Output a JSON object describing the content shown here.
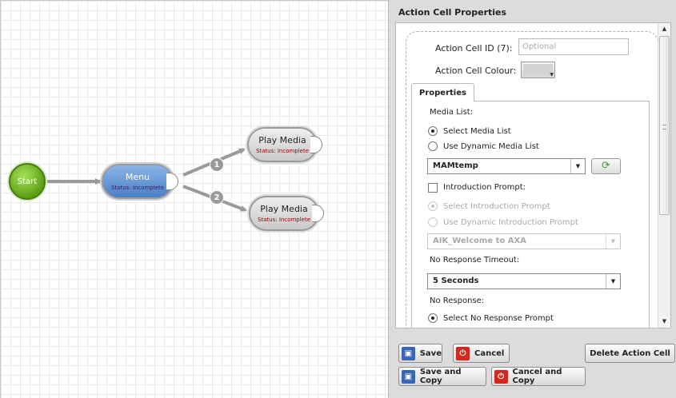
{
  "canvas": {
    "start_node": {
      "label": "Start"
    },
    "menu_node": {
      "title": "Menu",
      "status": "Status: Incomplete"
    },
    "play_nodes": [
      {
        "title": "Play Media",
        "status": "Status: Incomplete"
      },
      {
        "title": "Play Media",
        "status": "Status: Incomplete"
      }
    ],
    "connections": [
      {
        "badge": "1"
      },
      {
        "badge": "2"
      }
    ]
  },
  "panel": {
    "title": "Action Cell Properties",
    "fields": {
      "id_label": "Action Cell ID (7):",
      "id_placeholder": "Optional",
      "id_value": "",
      "colour_label": "Action Cell Colour:",
      "colour_value": "#d4d4d4"
    },
    "tabs": [
      {
        "label": "Properties",
        "active": true
      }
    ],
    "properties": {
      "media_list_label": "Media List:",
      "media_list_options": [
        {
          "label": "Select Media List",
          "selected": true
        },
        {
          "label": "Use Dynamic Media List",
          "selected": false
        }
      ],
      "media_list_selected": "MAMtemp",
      "intro_prompt_label": "Introduction Prompt:",
      "intro_prompt_checked": false,
      "intro_prompt_options": [
        {
          "label": "Select Introduction Prompt",
          "selected": true,
          "disabled": true
        },
        {
          "label": "Use Dynamic Introduction Prompt",
          "selected": false,
          "disabled": true
        }
      ],
      "intro_prompt_selected": "AIK_Welcome to AXA",
      "timeout_label": "No Response Timeout:",
      "timeout_selected": "5 Seconds",
      "no_response_label": "No Response:",
      "no_response_options": [
        {
          "label": "Select No Response Prompt",
          "selected": true
        }
      ]
    },
    "buttons": {
      "save": "Save",
      "cancel": "Cancel",
      "delete": "Delete Action Cell",
      "save_copy": "Save and Copy",
      "cancel_copy": "Cancel and Copy"
    }
  }
}
